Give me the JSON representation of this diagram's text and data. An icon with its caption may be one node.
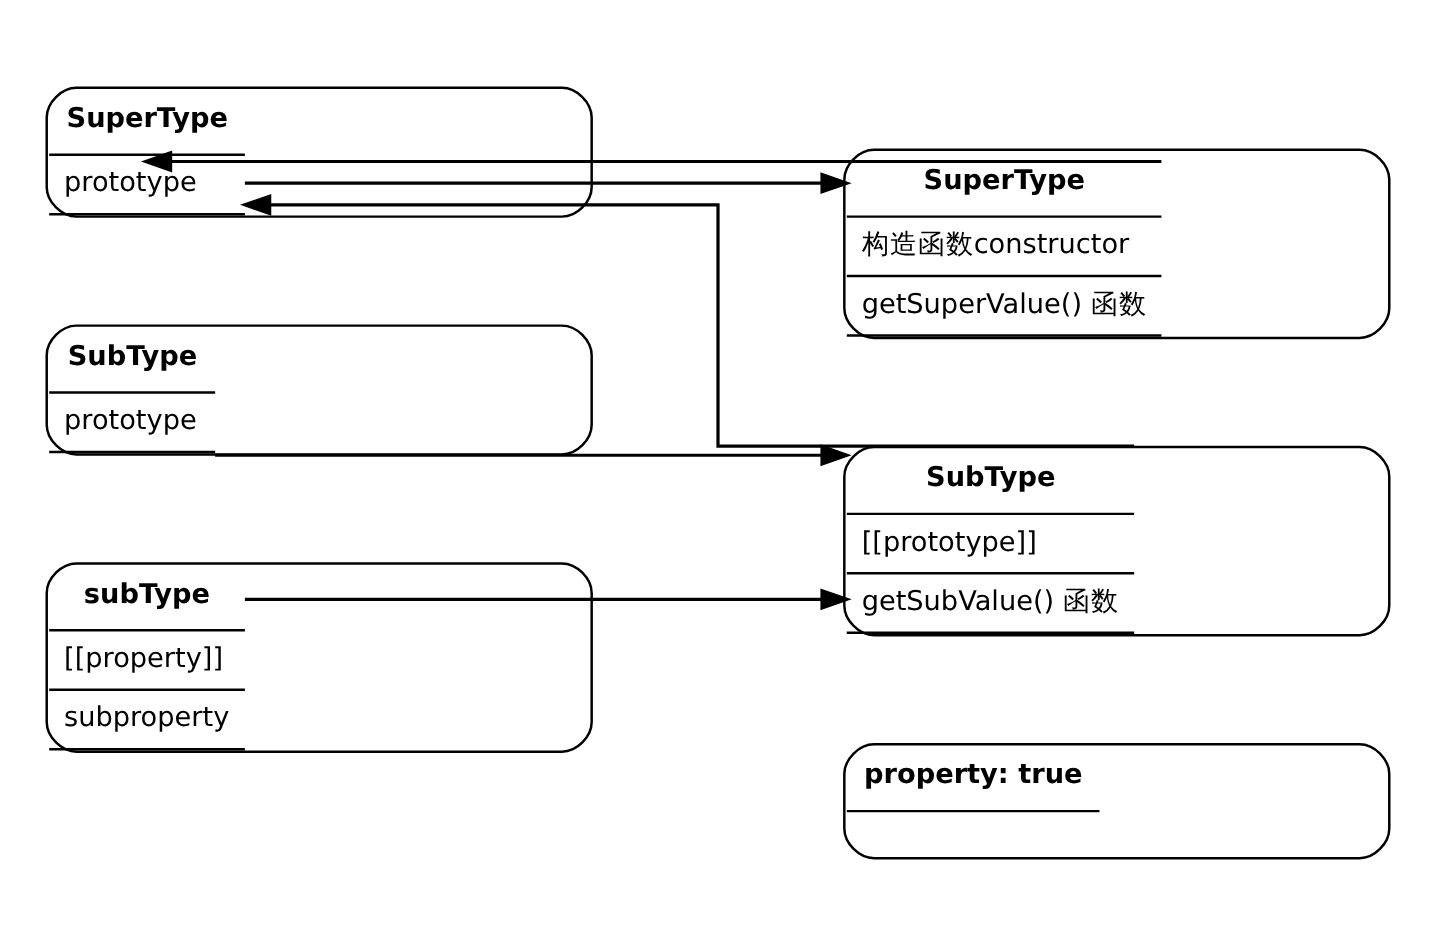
{
  "diagram": {
    "nodes": [
      {
        "text": [
          "SuperType",
          "prototype"
        ]
      },
      {
        "text": [
          "SuperType",
          "构造函数constructor",
          "getSuperValue() 函数"
        ]
      },
      {
        "text": [
          "SubType",
          "prototype"
        ]
      },
      {
        "text": [
          "SubType",
          "[[prototype]]",
          "getSubValue() 函数"
        ]
      },
      {
        "text": [
          "property: true"
        ]
      },
      {
        "text": [
          "subType",
          "[[property]]",
          "subproperty"
        ]
      }
    ],
    "edges": [
      {
        "from": 0,
        "to": 1,
        "arrow": "to"
      },
      {
        "from": 1,
        "to": 0,
        "arrow": "to"
      },
      {
        "from": 3,
        "to": 0,
        "arrow": "to"
      },
      {
        "from": 2,
        "to": 3,
        "arrow": "to"
      },
      {
        "from": 5,
        "to": 3,
        "arrow": "to"
      }
    ]
  }
}
